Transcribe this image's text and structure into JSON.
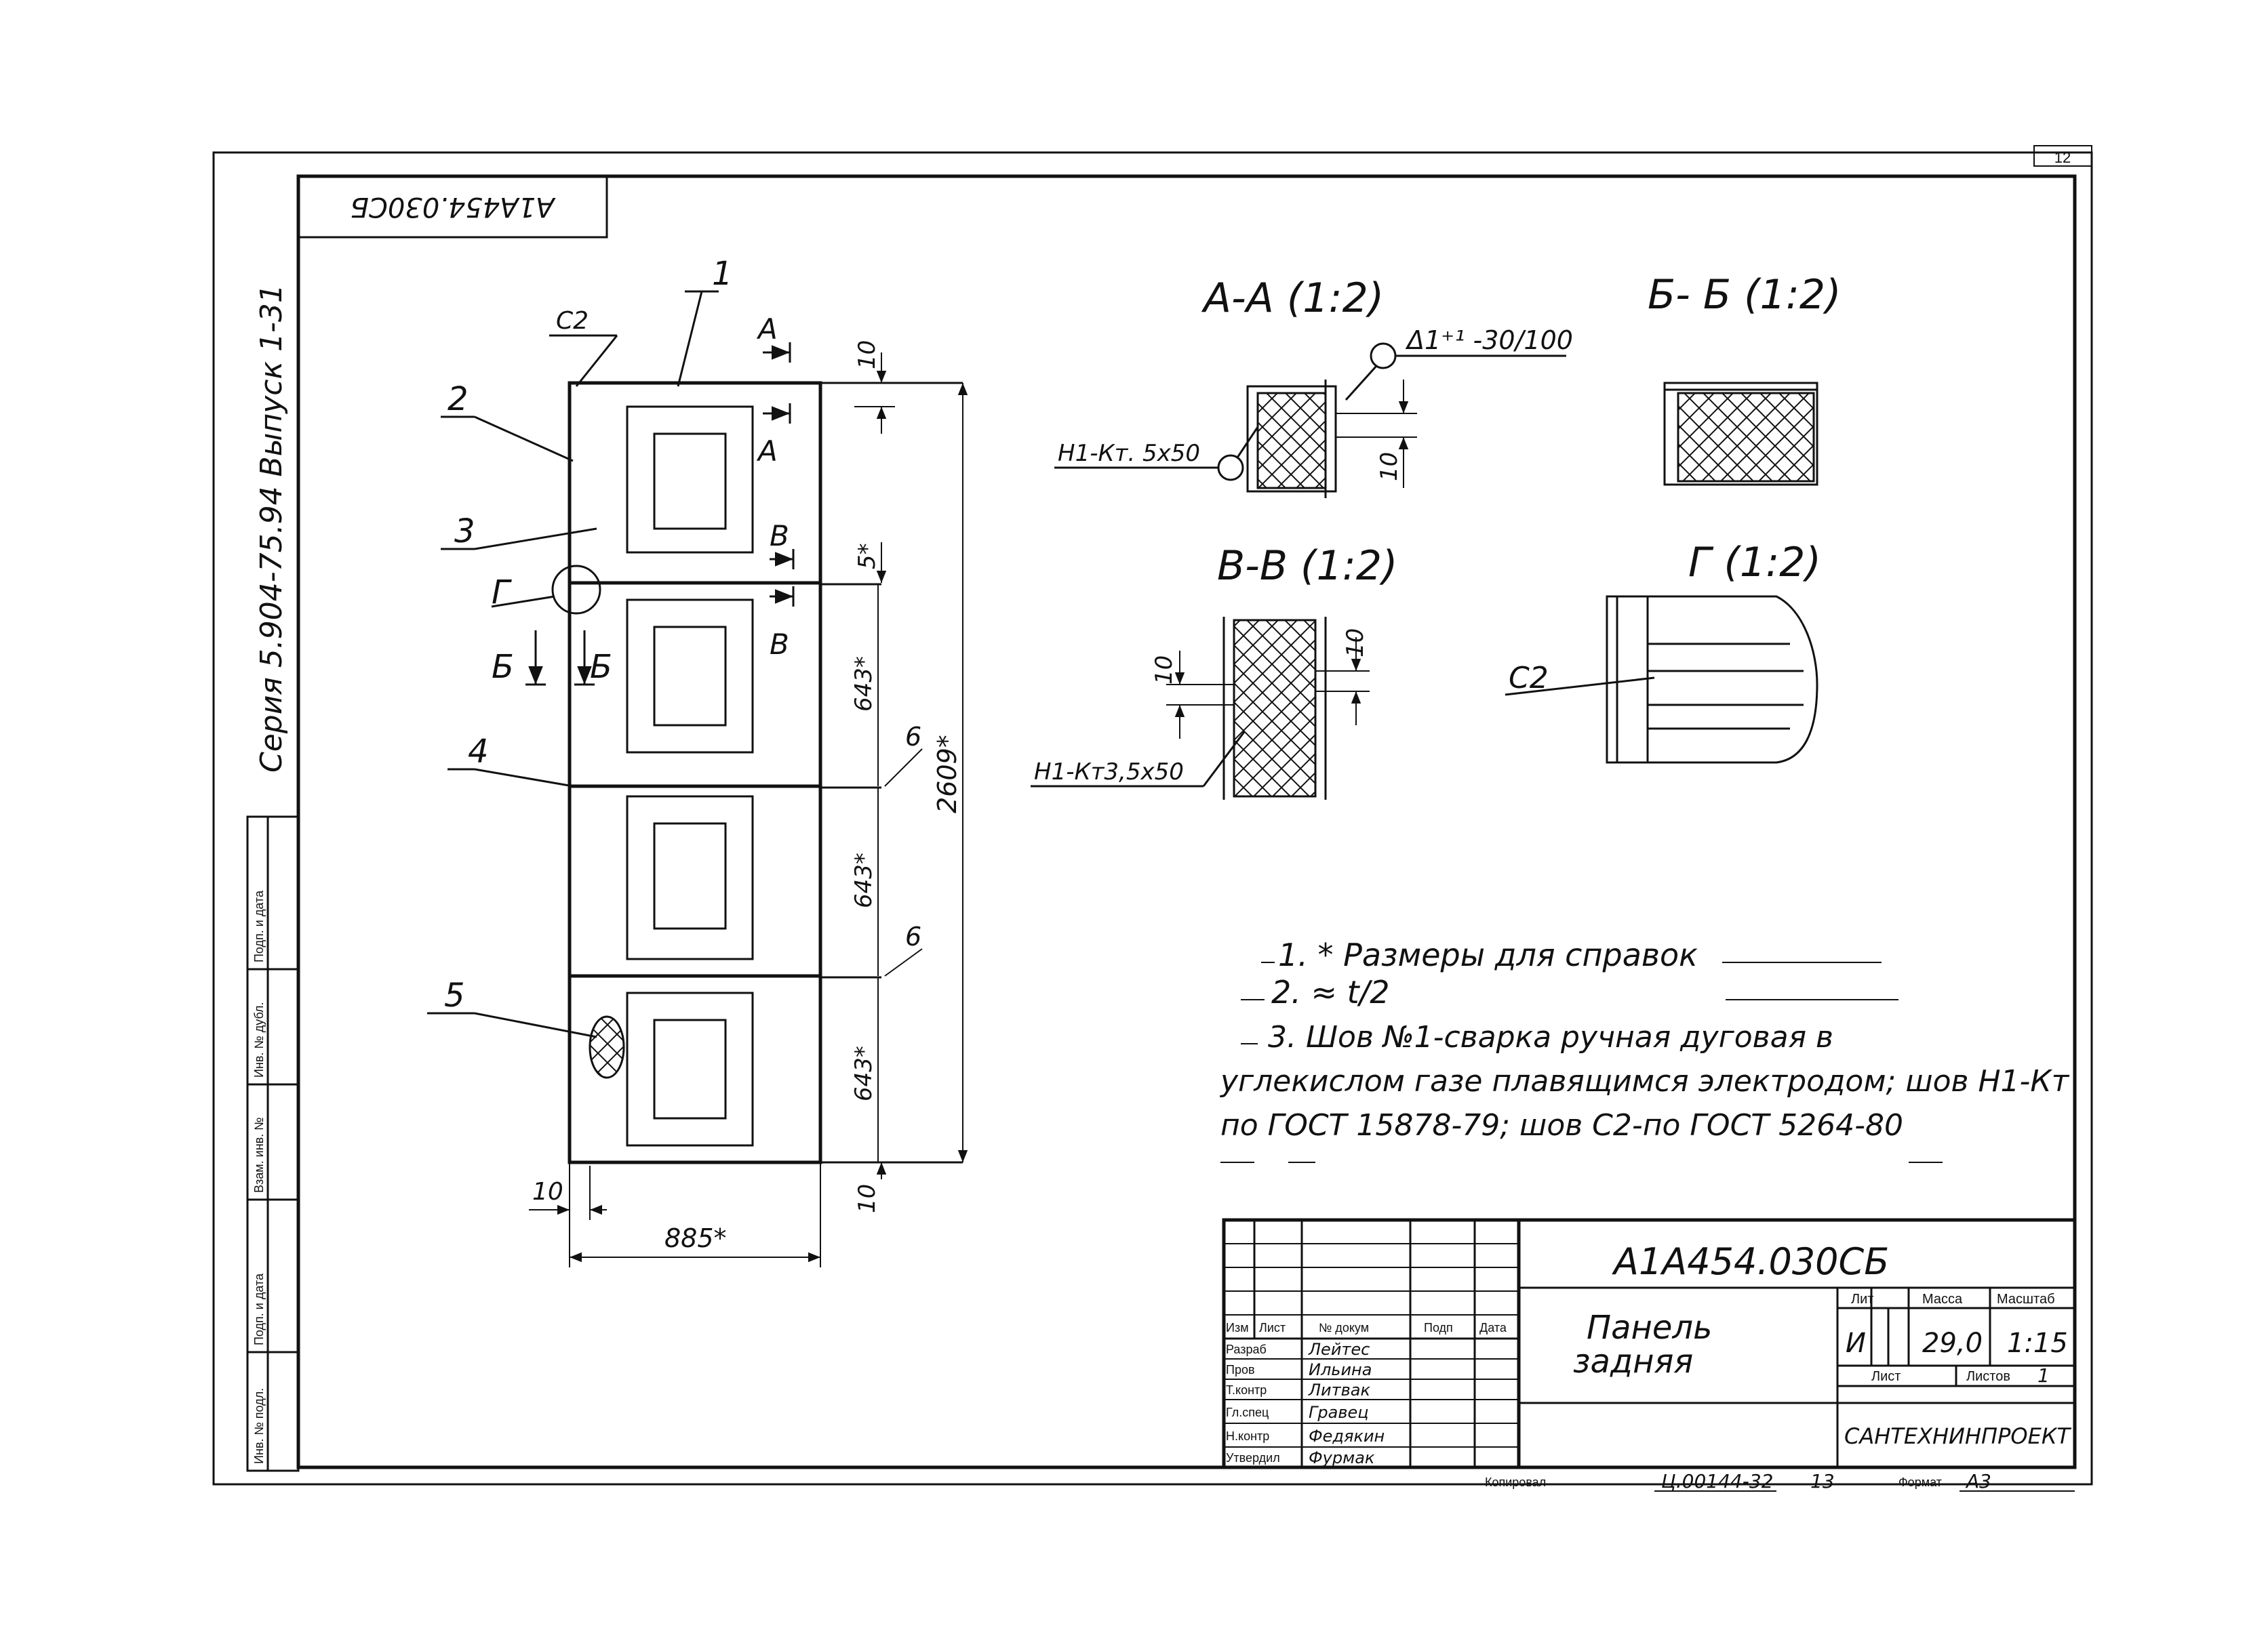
{
  "doc_code_rotated": "A1A454.030СБ",
  "series_text": "Серия   5.904-75.94   Выпуск 1-31",
  "sheet_number": "12",
  "side_stamp": [
    "Подп. и дата",
    "Взам. инв. №",
    "Инв. № дубл.",
    "Подп. и дата",
    "Инв. № подл."
  ],
  "callouts": {
    "c1": "1",
    "c2": "2",
    "c3": "3",
    "c4": "4",
    "c5": "5",
    "weld_c2": "С2",
    "g": "Г",
    "a": "А",
    "v": "В",
    "b": "Б"
  },
  "dims": {
    "d10_top": "10",
    "d5": "5*",
    "d643a": "643*",
    "d643b": "643*",
    "d643c": "643*",
    "d6a": "6",
    "d6b": "6",
    "d2609": "2609*",
    "d10_bottom": "10",
    "d10_left": "10",
    "d885": "885*"
  },
  "sections": {
    "aa_title": "А-А (1:2)",
    "aa_weld": "Δ1⁺¹ -30/100",
    "aa_seam": "Н1-Кт. 5х50",
    "aa_dim": "10",
    "bb_title": "Б- Б (1:2)",
    "vv_title": "В-В (1:2)",
    "vv_dim1": "10",
    "vv_dim2": "10",
    "vv_seam": "Н1-Кт3,5х50",
    "g_title": "Г (1:2)",
    "g_weld": "С2"
  },
  "notes": {
    "n1": "1. * Размеры  для  справок",
    "n2": "2.  ≈ t/2",
    "n3a": "3. Шов №1-сварка  ручная  дуговая  в",
    "n3b": "углекислом  газе  плавящимся  электродом; шов Н1-Кт",
    "n3c": "по ГОСТ 15878-79;  шов С2-по  ГОСТ   5264-80"
  },
  "title_block": {
    "designation": "A1A454.030СБ",
    "name_line1": "Панель",
    "name_line2": "задняя",
    "head_lit": "Лит",
    "head_mass": "Масса",
    "head_scale": "Масштаб",
    "lit_value": "И",
    "mass_value": "29,0",
    "scale_value": "1:15",
    "sheet_label": "Лист",
    "sheets_label": "Листов",
    "sheets_value": "1",
    "org": "САНТЕХНИНПРОЕКТ",
    "col_izm": "Изм",
    "col_list": "Лист",
    "col_doc": "№ докум",
    "col_sign": "Подп",
    "col_date": "Дата",
    "roles": [
      {
        "role": "Разраб",
        "name": "Лейтес"
      },
      {
        "role": "Пров",
        "name": "Ильина"
      },
      {
        "role": "Т.контр",
        "name": "Литвак"
      },
      {
        "role": "Гл.спец",
        "name": "Гравец"
      },
      {
        "role": "Н.контр",
        "name": "Федякин"
      },
      {
        "role": "Утвердил",
        "name": "Фурмак"
      }
    ],
    "copied": "Копировал",
    "copy_code": "Ц.00144-32",
    "copy_no": "13",
    "format_label": "Формат",
    "format_value": "А3"
  }
}
